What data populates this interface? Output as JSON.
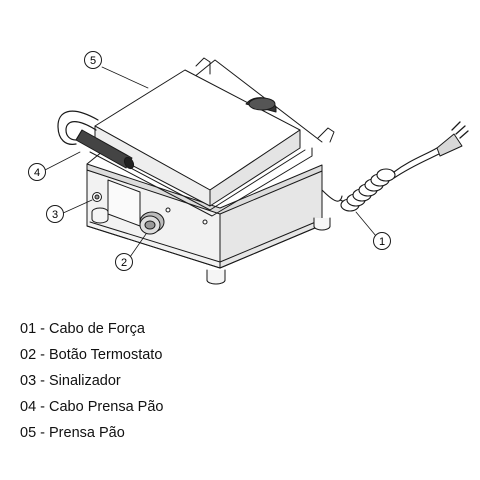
{
  "callouts": [
    "1",
    "2",
    "3",
    "4",
    "5"
  ],
  "legend": [
    "01 - Cabo de Força",
    "02 - Botão Termostato",
    "03 - Sinalizador",
    "04 - Cabo Prensa Pão",
    "05 - Prensa Pão"
  ]
}
